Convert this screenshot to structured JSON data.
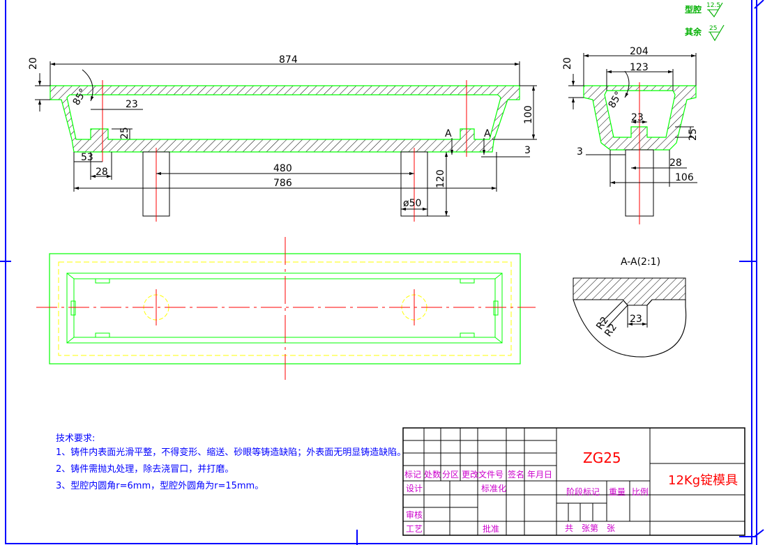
{
  "roughness": {
    "cavity_label": "型腔",
    "cavity_value": "12.5",
    "other_label": "其余",
    "other_value": "25"
  },
  "front_view": {
    "dims": {
      "overall_length": "874",
      "flange": "20",
      "angle": "85°",
      "rib_width": "23",
      "rib_height": "25",
      "depth": "100",
      "wall": "3",
      "d53": "53",
      "d28": "28",
      "d480": "480",
      "d786": "786",
      "d120": "120",
      "dia50": "ø50"
    },
    "section_marks": [
      "A",
      "A"
    ]
  },
  "side_view": {
    "dims": {
      "width": "204",
      "inner": "123",
      "flange": "20",
      "angle": "85°",
      "rib_width": "23",
      "rib_height": "25",
      "wall": "3",
      "d28": "28",
      "d106": "106"
    }
  },
  "section_view": {
    "title": "A-A(2:1)",
    "r1": "R2",
    "r2": "R2",
    "d23": "23"
  },
  "tech_requirements": {
    "title": "技术要求:",
    "items": [
      "1、铸件内表面光滑平整，不得变形、缩送、砂眼等铸造缺陷；外表面无明显铸造缺陷。",
      "2、铸件需抛丸处理，除去浇冒口，并打磨。",
      "3、型腔内圆角r=6mm，型腔外圆角为r=15mm。"
    ]
  },
  "title_block": {
    "material": "ZG25",
    "name": "12Kg锭模具",
    "revision_header": [
      "标记",
      "处数",
      "分区",
      "更改文件号",
      "签名",
      "年月日"
    ],
    "design": "设计",
    "standardize": "标准化",
    "review": "审核",
    "process": "工艺",
    "approve": "批准",
    "stage_mark": "阶段标记",
    "weight": "重量",
    "scale": "比例",
    "sheets": "共　张第　张"
  },
  "colors": {
    "outline": "#00ff00",
    "center": "#ff0000",
    "dim": "#000000",
    "hidden": "#ffff00",
    "hatch": "#000000",
    "frame": "#0000ff",
    "text": "#0000ff",
    "title_red": "#ff0000"
  }
}
